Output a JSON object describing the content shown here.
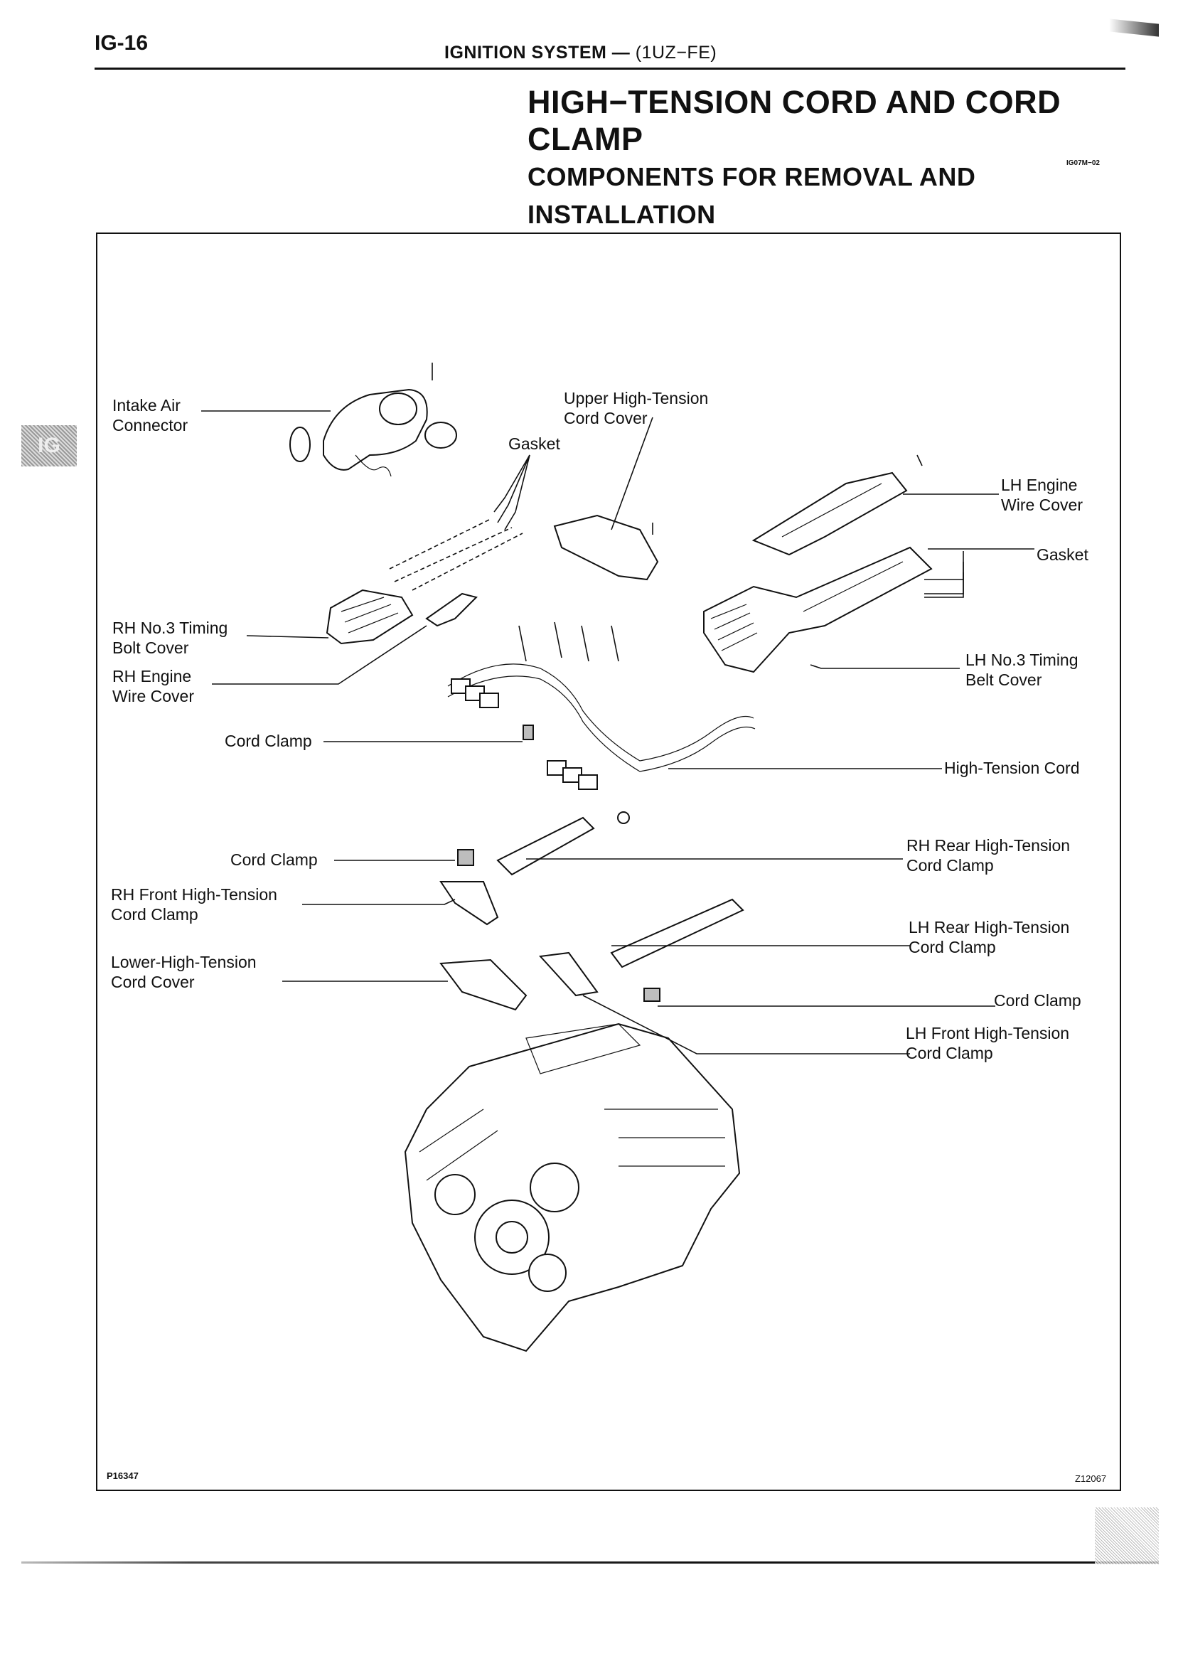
{
  "header": {
    "section_code": "IG-16",
    "section_title": "IGNITION SYSTEM",
    "separator": " — ",
    "engine": "(1UZ−FE)"
  },
  "title": {
    "main": "HIGH−TENSION CORD AND CORD CLAMP",
    "sub": "COMPONENTS FOR REMOVAL AND INSTALLATION",
    "ref_code": "IG07M−02"
  },
  "side_tab": "IG",
  "figure": {
    "left_code": "P16347",
    "right_code": "Z12067"
  },
  "labels": {
    "intake_air_connector": [
      "Intake Air",
      "Connector"
    ],
    "upper_cord_cover": [
      "Upper High-Tension",
      "Cord Cover"
    ],
    "gasket_top": "Gasket",
    "lh_engine_wire_cover": [
      "LH Engine",
      "Wire Cover"
    ],
    "gasket_right": "Gasket",
    "rh_no3_timing": [
      "RH No.3 Timing",
      "Bolt Cover"
    ],
    "rh_engine_wire_cover": [
      "RH Engine",
      "Wire Cover"
    ],
    "lh_no3_timing": [
      "LH No.3 Timing",
      "Belt Cover"
    ],
    "cord_clamp_1": "Cord Clamp",
    "high_tension_cord": "High-Tension Cord",
    "cord_clamp_2": "Cord Clamp",
    "rh_rear_clamp": [
      "RH Rear High-Tension",
      "Cord Clamp"
    ],
    "rh_front_clamp": [
      "RH Front High-Tension",
      "Cord Clamp"
    ],
    "lh_rear_clamp": [
      "LH Rear High-Tension",
      "Cord Clamp"
    ],
    "lower_cord_cover": [
      "Lower-High-Tension",
      "Cord Cover"
    ],
    "cord_clamp_3": "Cord Clamp",
    "lh_front_clamp": [
      "LH Front High-Tension",
      "Cord Clamp"
    ]
  }
}
